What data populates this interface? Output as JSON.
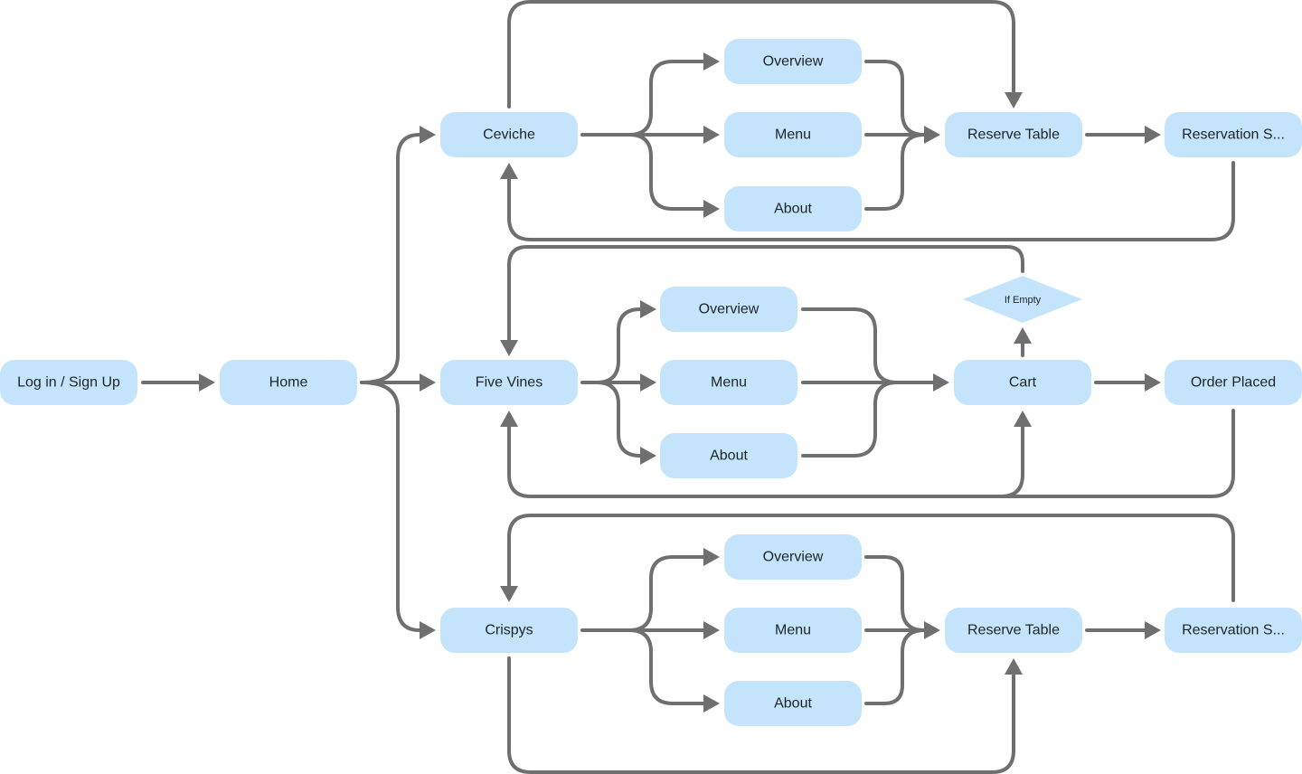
{
  "colors": {
    "node_fill": "#c3e4fb",
    "connector": "#6f6f6f",
    "label_text": "#1f2328",
    "background": "#ffffff"
  },
  "nodes": {
    "login": "Log in / Sign Up",
    "home": "Home",
    "ceviche": {
      "name": "Ceviche",
      "overview": "Overview",
      "menu": "Menu",
      "about": "About",
      "reserve": "Reserve Table",
      "success": "Reservation S..."
    },
    "five_vines": {
      "name": "Five Vines",
      "overview": "Overview",
      "menu": "Menu",
      "about": "About",
      "cart": "Cart",
      "if_empty": "If Empty",
      "order_placed": "Order Placed"
    },
    "crispys": {
      "name": "Crispys",
      "overview": "Overview",
      "menu": "Menu",
      "about": "About",
      "reserve": "Reserve Table",
      "success": "Reservation S..."
    }
  }
}
